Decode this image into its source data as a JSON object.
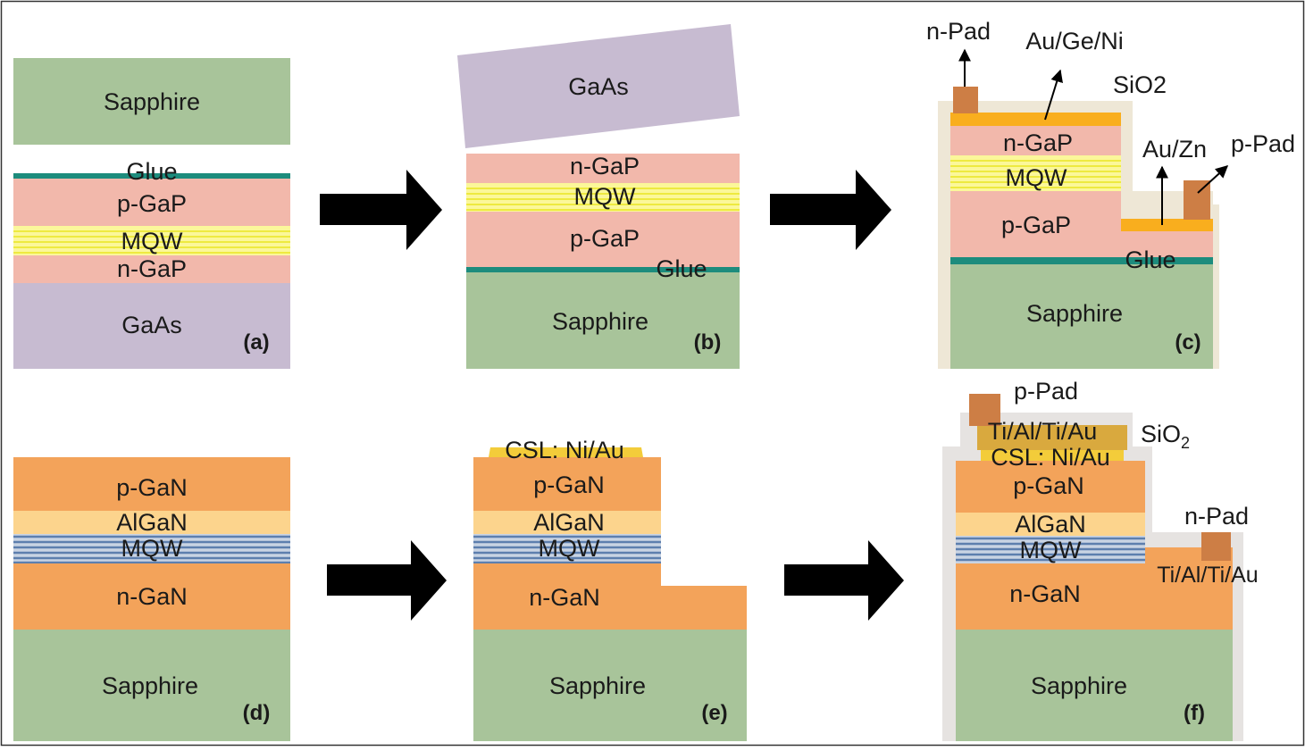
{
  "colors": {
    "sapphire": "#a8c49a",
    "gap": "#f2b8ab",
    "gaas": "#c7bbd1",
    "glue": "#1d8c7d",
    "mqw_gap_light": "#fbf79a",
    "mqw_gap_line": "#eeea40",
    "metal_gold": "#f9ae1e",
    "pad": "#cd7e45",
    "sio2_beige": "#eee7d6",
    "gan": "#f3a35a",
    "algan": "#fcd48d",
    "mqw_gan_line": "#5d7fae",
    "mqw_gan_light": "#c9d4e3",
    "csl": "#f3cc3a",
    "ti_al_stack": "#d9a93e",
    "sio2_gray": "#e6e3e1",
    "arrow": "#000000"
  },
  "panels": {
    "a": {
      "tag": "(a)",
      "sapphire": "Sapphire",
      "glue": "Glue",
      "p_gap": "p-GaP",
      "mqw": "MQW",
      "n_gap": "n-GaP",
      "gaas": "GaAs"
    },
    "b": {
      "tag": "(b)",
      "gaas": "GaAs",
      "n_gap": "n-GaP",
      "mqw": "MQW",
      "p_gap": "p-GaP",
      "glue": "Glue",
      "sapphire": "Sapphire"
    },
    "c": {
      "tag": "(c)",
      "n_pad": "n-Pad",
      "au_ge_ni": "Au/Ge/Ni",
      "sio2": "SiO2",
      "n_gap": "n-GaP",
      "mqw": "MQW",
      "p_gap": "p-GaP",
      "au_zn": "Au/Zn",
      "p_pad": "p-Pad",
      "glue": "Glue",
      "sapphire": "Sapphire"
    },
    "d": {
      "tag": "(d)",
      "p_gan": "p-GaN",
      "algan": "AlGaN",
      "mqw": "MQW",
      "n_gan": "n-GaN",
      "sapphire": "Sapphire"
    },
    "e": {
      "tag": "(e)",
      "csl": "CSL: Ni/Au",
      "p_gan": "p-GaN",
      "algan": "AlGaN",
      "mqw": "MQW",
      "n_gan": "n-GaN",
      "sapphire": "Sapphire"
    },
    "f": {
      "tag": "(f)",
      "p_pad": "p-Pad",
      "ti_al_ti_au_top": "Ti/Al/Ti/Au",
      "sio2": "SiO",
      "sio2_sub": "2",
      "csl": "CSL: Ni/Au",
      "p_gan": "p-GaN",
      "algan": "AlGaN",
      "mqw": "MQW",
      "n_pad": "n-Pad",
      "ti_al_ti_au_side": "Ti/Al/Ti/Au",
      "n_gan": "n-GaN",
      "sapphire": "Sapphire"
    }
  }
}
